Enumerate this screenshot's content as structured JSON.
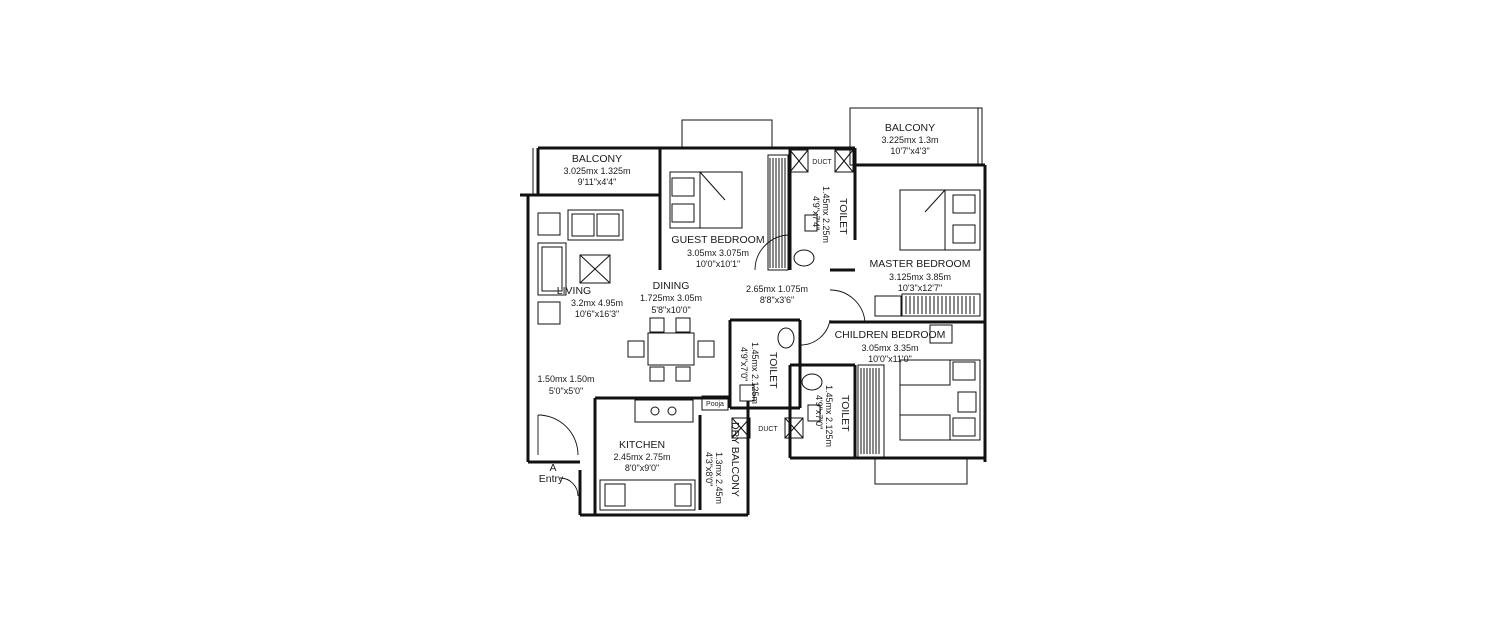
{
  "rooms": [
    {
      "name": "BALCONY",
      "area_m": "3.025mx 1.325m",
      "area_ft": "9'11\"x4'4\""
    },
    {
      "name": "BALCONY",
      "area_m": "3.225mx 1.3m",
      "area_ft": "10'7\"x4'3\""
    },
    {
      "name": "GUEST BEDROOM",
      "area_m": "3.05mx 3.075m",
      "area_ft": "10'0\"x10'1\""
    },
    {
      "name": "MASTER BEDROOM",
      "area_m": "3.125mx 3.85m",
      "area_ft": "10'3\"x12'7\""
    },
    {
      "name": "LIVING",
      "area_m": "3.2mx 4.95m",
      "area_ft": "10'6\"x16'3\""
    },
    {
      "name": "DINING",
      "area_m": "1.725mx 3.05m",
      "area_ft": "5'8\"x10'0\""
    },
    {
      "name": "",
      "area_m": "2.65mx 1.075m",
      "area_ft": "8'8\"x3'6\""
    },
    {
      "name": "CHILDREN BEDROOM",
      "area_m": "3.05mx 3.35m",
      "area_ft": "10'0\"x11'0\""
    },
    {
      "name": "",
      "area_m": "1.50mx 1.50m",
      "area_ft": "5'0\"x5'0\""
    },
    {
      "name": "KITCHEN",
      "area_m": "2.45mx 2.75m",
      "area_ft": "8'0\"x9'0\""
    },
    {
      "name": "DRY BALCONY",
      "area_m": "1.3mx 2.45m",
      "area_ft": "4'3\"x8'0\""
    },
    {
      "name": "TOILET",
      "area_m": "1.45mx 2.25m",
      "area_ft": "4'9\"x7'4\""
    },
    {
      "name": "TOILET",
      "area_m": "1.45mx 2.125m",
      "area_ft": "4'9\"x7'0\""
    },
    {
      "name": "TOILET",
      "area_m": "1.45mx 2.125m",
      "area_ft": "4'9\"x7'0\""
    }
  ],
  "tags": {
    "duct": "DUCT",
    "pooja": "Pooja",
    "entry_mark": "A",
    "entry": "Entry"
  }
}
